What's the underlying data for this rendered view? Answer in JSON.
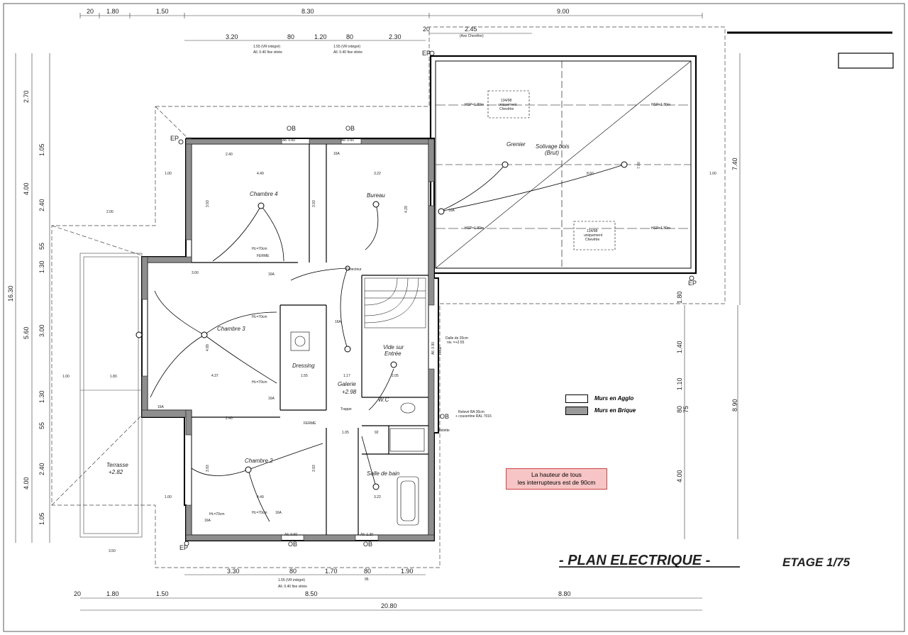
{
  "title": "- PLAN ELECTRIQUE -",
  "scale": "ETAGE  1/75",
  "note": {
    "line1": "La hauteur de tous",
    "line2": "les interrupteurs est de 90cm"
  },
  "legend": {
    "agglo": "Murs en Agglo",
    "brique": "Murs en Brique"
  },
  "rooms": {
    "chambre4": "Chambre 4",
    "bureau": "Bureau",
    "chambre3": "Chambre 3",
    "dressing": "Dressing",
    "galerie": "Galerie",
    "galerie_level": "+2.98",
    "vide_sur_entree_1": "Vide sur",
    "vide_sur_entree_2": "Entrée",
    "wc": "W.C",
    "chambre2": "Chambre 2",
    "salle_de_bain": "Salle de bain",
    "terrasse": "Terrasse",
    "terrasse_level": "+2.82",
    "grenier": "Grenier",
    "solivage_1": "Solivage bois",
    "solivage_2": "(Brut)",
    "trappe": "Trappe"
  },
  "dims_top": [
    "20",
    "1.80",
    "1.50",
    "8.30",
    "9.00"
  ],
  "dims_top2": [
    "3.20",
    "80",
    "1.20",
    "80",
    "2.30"
  ],
  "dims_top3": [
    "20",
    "2.45",
    "(Axe Chevêtre)"
  ],
  "dims_bottom": [
    "3.30",
    "80",
    "1.70",
    "80",
    "1.90"
  ],
  "dims_bottom2": [
    "20",
    "1.80",
    "1.50",
    "8.50",
    "8.80"
  ],
  "dims_total": "20.80",
  "dims_95": "95",
  "dims_left": [
    "2.70",
    "1.05",
    "4.00",
    "2.40",
    "55",
    "1.30",
    "16.30",
    "5.60",
    "3.00",
    "1.30",
    "55",
    "4.00",
    "2.40",
    "1.05"
  ],
  "dims_right": [
    "7.40",
    "1.80",
    "1.40",
    "1.10",
    "8.90",
    "80",
    "75",
    "4.00"
  ],
  "window_notes": {
    "vr": "1.55 (VR intégré)",
    "fixe": "All. 0.40 fixe vitrée"
  },
  "labels": {
    "ob": "OB",
    "ep": "EP",
    "all060": "All. 0.60",
    "all120": "All. 1.20",
    "ferme": "FERME",
    "a16": "16A",
    "fixe": "FIXE",
    "hsp": "HSP=1.80m",
    "chevetre_1": "134/98",
    "chevetre_2": "uniquement",
    "chevetre_3": "Chevêtre",
    "toilette": "Toilette",
    "dalle_1": "Dalle de 20cm",
    "dalle_2": "niv. =+2.55",
    "releve_1": "Relevé BA 30cm",
    "releve_2": "+ couvertine RAL 7016",
    "detecteur": "Détecteur",
    "all090": "All. 0.90",
    "d449": "4.49",
    "d322": "3.22",
    "d240": "2.40",
    "d100": "1.00",
    "d393": "3.93",
    "d429": "4.29",
    "d300": "3.00",
    "d437": "4.37",
    "d489": "4.89",
    "d155": "1.55",
    "d117": "1.17",
    "d205": "2.05",
    "d105": "1.05",
    "d92": "92",
    "d200": "2.00",
    "d350": "3.50",
    "d180": "1.80",
    "d860": "8.60",
    "d700": "7.00",
    "ht70": "Ht.=70cm"
  }
}
